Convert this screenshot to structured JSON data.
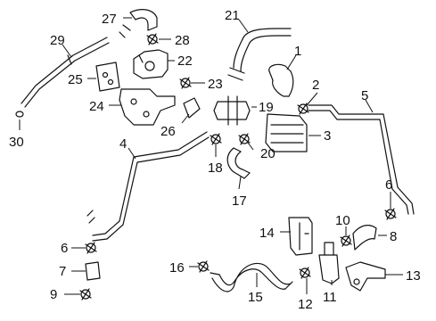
{
  "diagram": {
    "line_color": "#111111",
    "background": "#ffffff",
    "callouts": {
      "c1": "1",
      "c2": "2",
      "c3": "3",
      "c4": "4",
      "c5": "5",
      "c6a": "6",
      "c6b": "6",
      "c7": "7",
      "c8": "8",
      "c9": "9",
      "c10": "10",
      "c11": "11",
      "c12": "12",
      "c13": "13",
      "c14": "14",
      "c15": "15",
      "c16": "16",
      "c17": "17",
      "c18": "18",
      "c19": "19",
      "c20": "20",
      "c21": "21",
      "c22": "22",
      "c23": "23",
      "c24": "24",
      "c25": "25",
      "c26": "26",
      "c27": "27",
      "c28": "28",
      "c29": "29",
      "c30": "30"
    }
  }
}
